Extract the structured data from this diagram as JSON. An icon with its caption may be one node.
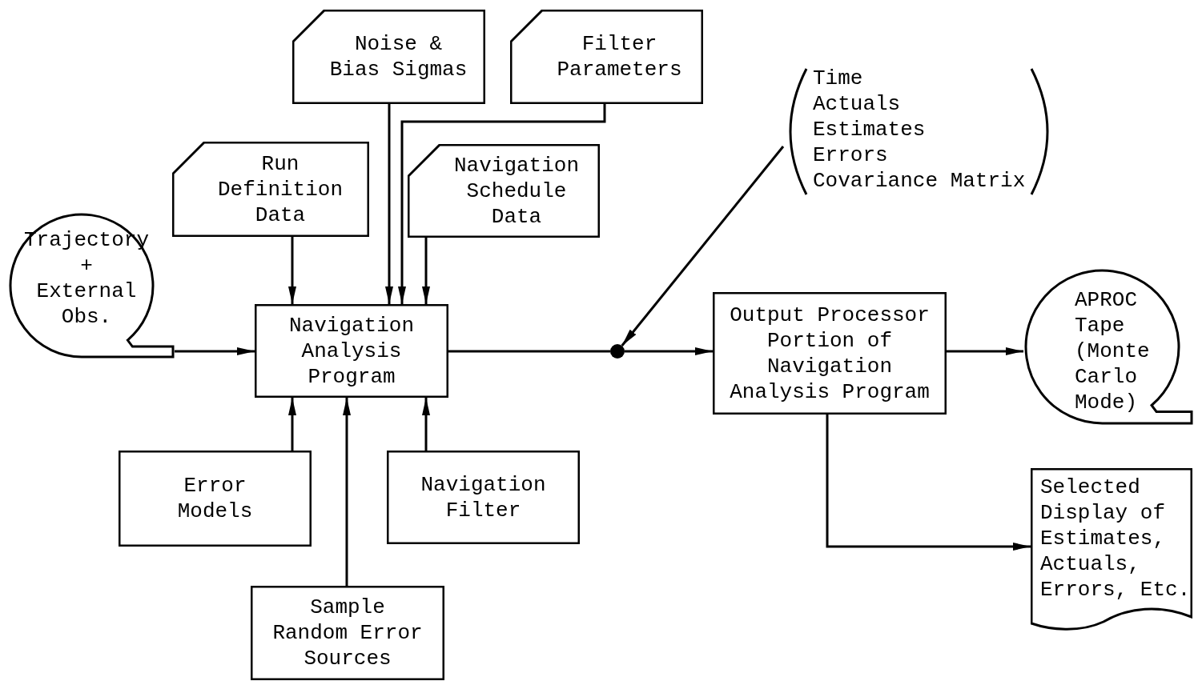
{
  "diagram": {
    "nodes": [
      {
        "text": [
          "Noise & Bias Sigmas"
        ]
      },
      {
        "text": [
          "Filter Parameters"
        ]
      },
      {
        "text": [
          "Run Definition Data"
        ]
      },
      {
        "text": [
          "Navigation Schedule Data"
        ]
      },
      {
        "text": [
          "Trajectory",
          "+",
          "External Obs."
        ]
      },
      {
        "text": [
          "Navigation Analysis Program"
        ]
      },
      {
        "text": [
          "Time",
          "Actuals",
          "Estimates",
          "Errors",
          "Covariance Matrix"
        ]
      },
      {
        "text": [],
        "shape": "circle"
      },
      {
        "text": [
          "Output Processor Portion of Navigation Analysis Program"
        ]
      },
      {
        "text": [
          "APROC Tape (Monte Carlo Mode)"
        ]
      },
      {
        "text": [
          "Selected Display of Estimates, Actuals, Errors, Etc."
        ]
      },
      {
        "text": [
          "Error Models"
        ]
      },
      {
        "text": [
          "Navigation Filter"
        ]
      },
      {
        "text": [
          "Sample Random Error Sources"
        ]
      }
    ],
    "edges": [
      {
        "from": 0,
        "to": 5,
        "arrow": "to"
      },
      {
        "from": 1,
        "to": 5,
        "arrow": "to"
      },
      {
        "from": 2,
        "to": 5,
        "arrow": "to"
      },
      {
        "from": 3,
        "to": 5,
        "arrow": "to"
      },
      {
        "from": 4,
        "to": 5,
        "arrow": "to"
      },
      {
        "from": 11,
        "to": 5,
        "arrow": "to"
      },
      {
        "from": 13,
        "to": 5,
        "arrow": "to"
      },
      {
        "from": 12,
        "to": 5,
        "arrow": "to"
      },
      {
        "from": 5,
        "to": 7,
        "arrow": "none"
      },
      {
        "from": 6,
        "to": 7,
        "arrow": "to"
      },
      {
        "from": 7,
        "to": 8,
        "arrow": "to"
      },
      {
        "from": 8,
        "to": 9,
        "arrow": "to"
      },
      {
        "from": 8,
        "to": 10,
        "arrow": "to"
      }
    ]
  }
}
